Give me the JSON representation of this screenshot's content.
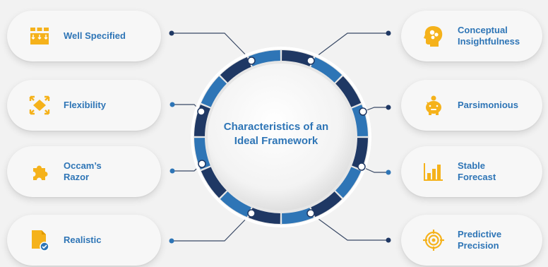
{
  "center": {
    "title": "Characteristics of an\nIdeal Framework"
  },
  "items_left": [
    {
      "label": "Well Specified",
      "icon": "grid-boxes-icon"
    },
    {
      "label": "Flexibility",
      "icon": "expand-arrows-icon"
    },
    {
      "label": "Occam’s\nRazor",
      "icon": "puzzle-icon"
    },
    {
      "label": "Realistic",
      "icon": "document-check-icon"
    }
  ],
  "items_right": [
    {
      "label": "Conceptual\nInsightfulness",
      "icon": "head-gears-icon"
    },
    {
      "label": "Parsimonious",
      "icon": "piggy-bank-icon"
    },
    {
      "label": "Stable\nForecast",
      "icon": "bar-chart-icon"
    },
    {
      "label": "Predictive\nPrecision",
      "icon": "target-icon"
    }
  ],
  "colors": {
    "accent_blue": "#2e75b6",
    "dark_blue": "#1f3864",
    "icon_orange": "#f5b21b",
    "background": "#f2f2f2"
  }
}
